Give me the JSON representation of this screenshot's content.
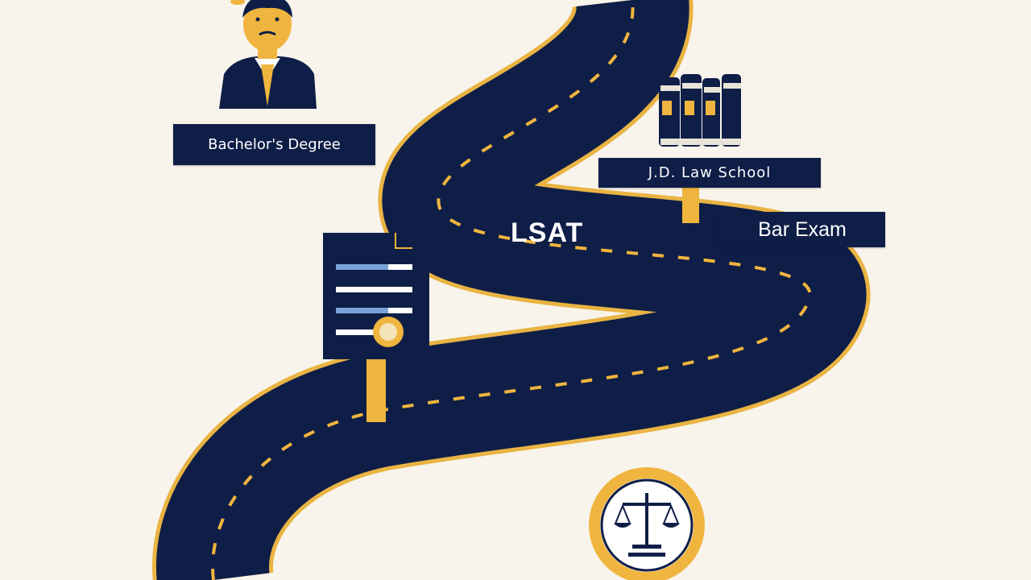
{
  "milestones": {
    "bachelor": "Bachelor's Degree",
    "jd": "J.D. Law School",
    "lsat": "LSAT",
    "bar": "Bar Exam"
  },
  "icons": [
    "lawyer-avatar-icon",
    "law-books-icon",
    "document-icon",
    "scales-of-justice-icon"
  ],
  "colors": {
    "background": "#f8f4ec",
    "road": "#0f1e47",
    "accent": "#f0b53e",
    "label_bg": "#0f1e47",
    "label_text": "#ffffff"
  }
}
